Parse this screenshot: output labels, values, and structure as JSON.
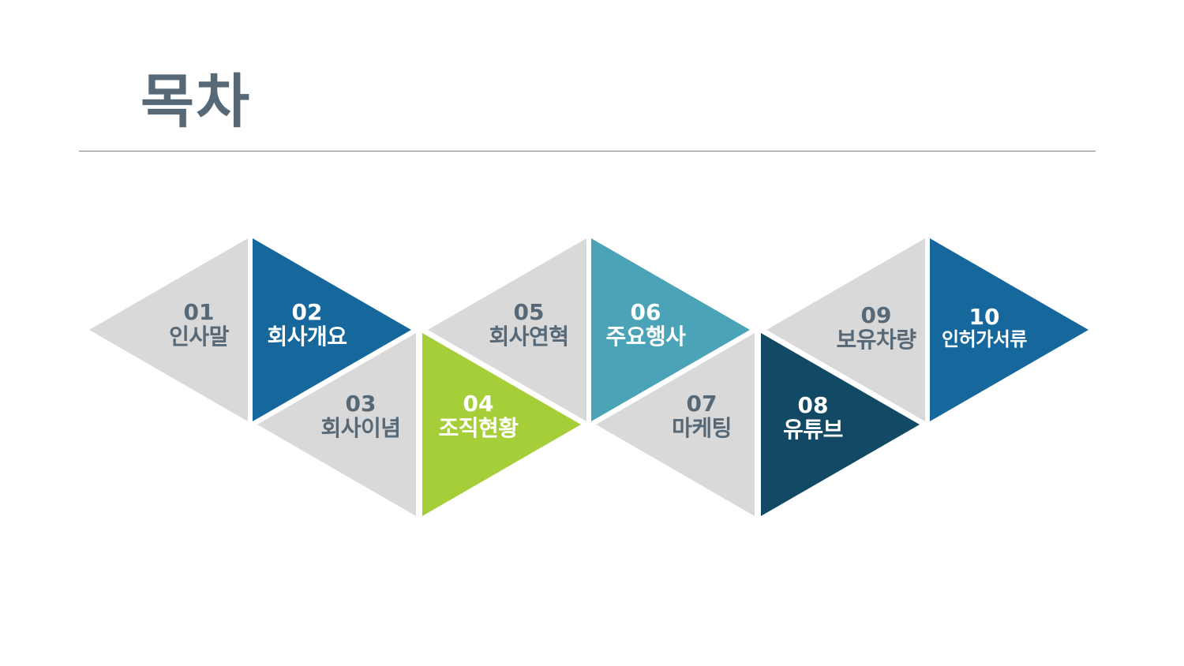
{
  "title": "목차",
  "colors": {
    "gray": "#d9d9d9",
    "blue": "#16689c",
    "green": "#a6ce39",
    "teal": "#4aa3b7",
    "navy": "#124964",
    "dark_text": "#576876",
    "light_text": "#ffffff"
  },
  "items": [
    {
      "num": "01",
      "label": "인사말",
      "fill": "gray"
    },
    {
      "num": "02",
      "label": "회사개요",
      "fill": "blue"
    },
    {
      "num": "03",
      "label": "회사이념",
      "fill": "gray"
    },
    {
      "num": "04",
      "label": "조직현황",
      "fill": "green"
    },
    {
      "num": "05",
      "label": "회사연혁",
      "fill": "gray"
    },
    {
      "num": "06",
      "label": "주요행사",
      "fill": "teal"
    },
    {
      "num": "07",
      "label": "마케팅",
      "fill": "gray"
    },
    {
      "num": "08",
      "label": "유튜브",
      "fill": "navy"
    },
    {
      "num": "09",
      "label": "보유차량",
      "fill": "gray"
    },
    {
      "num": "10",
      "label": "인허가서류",
      "fill": "blue"
    }
  ]
}
